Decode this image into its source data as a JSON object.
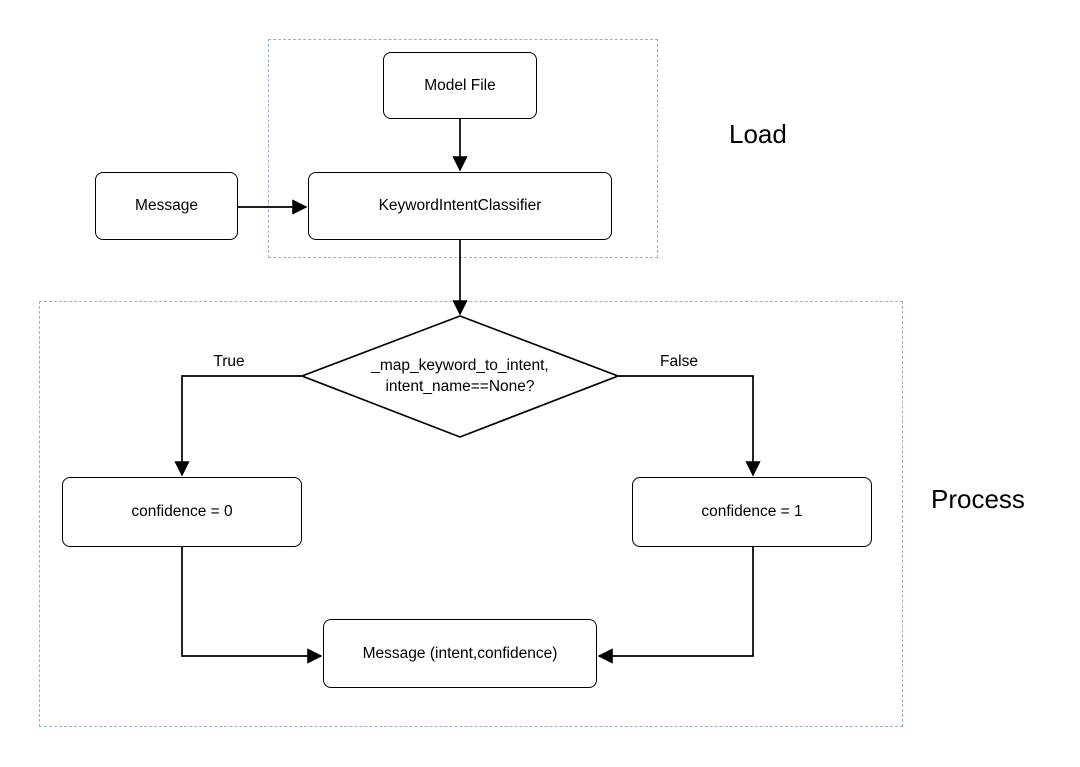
{
  "diagram": {
    "title": "KeywordIntentClassifier flowchart",
    "groups": {
      "load": {
        "label": "Load"
      },
      "process": {
        "label": "Process"
      }
    },
    "nodes": {
      "model_file": {
        "label": "Model File",
        "shape": "rounded-rect"
      },
      "message_in": {
        "label": "Message",
        "shape": "rounded-rect"
      },
      "classifier": {
        "label": "KeywordIntentClassifier",
        "shape": "rounded-rect"
      },
      "decision": {
        "label": "_map_keyword_to_intent,\nintent_name==None?",
        "shape": "diamond"
      },
      "confidence_zero": {
        "label": "confidence = 0",
        "shape": "rounded-rect"
      },
      "confidence_one": {
        "label": "confidence = 1",
        "shape": "rounded-rect"
      },
      "message_out": {
        "label": "Message (intent,confidence)",
        "shape": "rounded-rect"
      }
    },
    "edges": {
      "true_label": "True",
      "false_label": "False",
      "connections": [
        "model_file -> classifier",
        "message_in -> classifier",
        "classifier -> decision",
        "decision -(True)-> confidence_zero",
        "decision -(False)-> confidence_one",
        "confidence_zero -> message_out",
        "confidence_one -> message_out"
      ]
    },
    "colors": {
      "group_border": "#8eb3e0",
      "shape_border": "#000000",
      "shape_fill": "#ffffff",
      "text_color": "#000000",
      "background": "#ffffff"
    }
  }
}
